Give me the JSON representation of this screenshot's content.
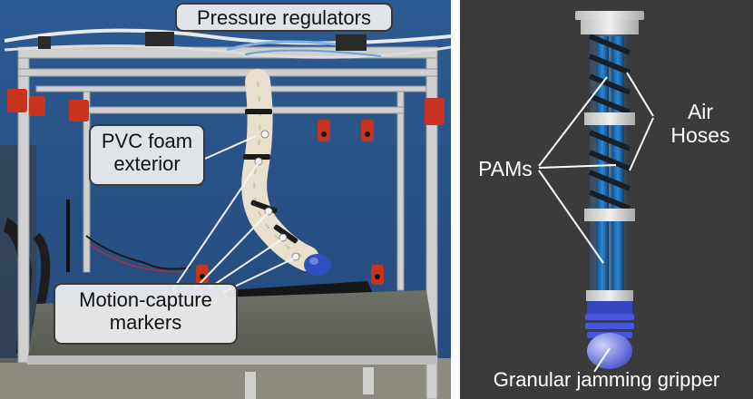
{
  "left_photo": {
    "labels": {
      "pressure_regulators": "Pressure regulators",
      "pvc_line1": "PVC foam",
      "pvc_line2": "exterior",
      "mocap_line1": "Motion-capture",
      "mocap_line2": "markers"
    },
    "colors": {
      "backdrop": "#2f5a8f",
      "frame": "#c9c9c9",
      "arm": "#e6dcc8",
      "gripper": "#2d4fbf",
      "camera": "#c8341f"
    }
  },
  "right_render": {
    "labels": {
      "pams": "PAMs",
      "air_line1": "Air",
      "air_line2": "Hoses",
      "gripper": "Granular jamming gripper"
    },
    "colors": {
      "background": "#3b3b3b",
      "pam": "#1e6fb5",
      "gripper": "#3f4fd6",
      "ring": "#d7d7d7"
    }
  }
}
